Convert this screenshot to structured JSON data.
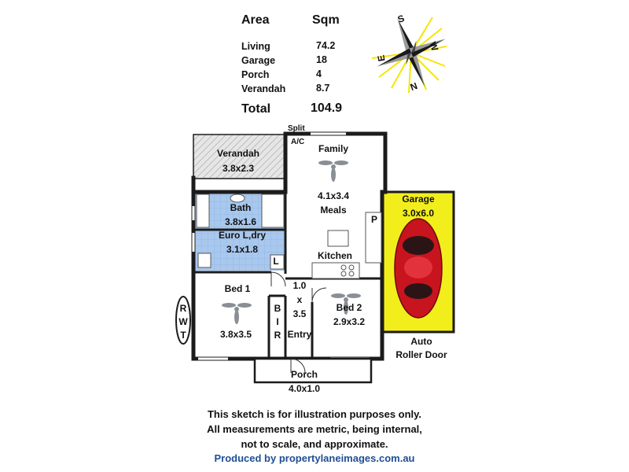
{
  "area_table": {
    "header_area": "Area",
    "header_sqm": "Sqm",
    "rows": [
      {
        "label": "Living",
        "value": "74.2"
      },
      {
        "label": "Garage",
        "value": "18"
      },
      {
        "label": "Porch",
        "value": "4"
      },
      {
        "label": "Verandah",
        "value": "8.7"
      }
    ],
    "total_label": "Total",
    "total_value": "104.9"
  },
  "compass": {
    "north": "N",
    "south": "S",
    "east": "E",
    "west": "W",
    "colors": {
      "dark": "#1a1a1a",
      "light": "#9a9a9a",
      "rays": "#f7e600"
    }
  },
  "rooms": {
    "verandah": {
      "name": "Verandah",
      "size": "3.8x2.3"
    },
    "split_ac": {
      "line1": "Split",
      "line2": "A/C"
    },
    "family": {
      "name": "Family"
    },
    "meals": {
      "size": "4.1x3.4",
      "name": "Meals"
    },
    "kitchen": {
      "name": "Kitchen"
    },
    "pantry": {
      "mark": "P"
    },
    "garage": {
      "name": "Garage",
      "size": "3.0x6.0"
    },
    "bath": {
      "name": "Bath",
      "size": "3.8x1.6"
    },
    "euro": {
      "name": "Euro L,dry",
      "size": "3.1x1.8"
    },
    "linen": {
      "mark": "L"
    },
    "bed1": {
      "name": "Bed 1",
      "size": "3.8x3.5"
    },
    "bir": {
      "letters": [
        "B",
        "I",
        "R"
      ]
    },
    "entry": {
      "w": "1.0",
      "x": "x",
      "l": "3.5",
      "name": "Entry"
    },
    "bed2": {
      "name": "Bed 2",
      "size": "2.9x3.2"
    },
    "porch": {
      "name": "Porch",
      "size": "4.0x1.0"
    },
    "rwt": {
      "letters": [
        "R",
        "W",
        "T"
      ]
    },
    "auto_door": {
      "line1": "Auto",
      "line2": "Roller Door"
    }
  },
  "colors": {
    "wall": "#1b1b1b",
    "garage_fill": "#f2ee1c",
    "wet_fill": "#a9c8ee",
    "car": "#c8141e"
  },
  "footer": {
    "line1": "This sketch is for illustration purposes only.",
    "line2": "All measurements are metric, being internal,",
    "line3": "not to scale, and approximate.",
    "credit": "Produced by propertylaneimages.com.au"
  }
}
